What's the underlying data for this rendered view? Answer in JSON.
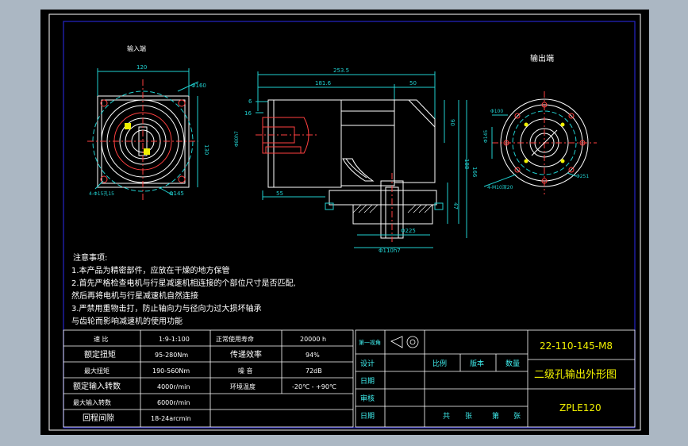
{
  "colors": {
    "bg": "#abb7c3",
    "paper": "#000000",
    "frame": "#ffffff",
    "border": "#2424c8",
    "line": "#ffffff",
    "dim": "#20d0d0",
    "part": "#ff4040",
    "yellow": "#f0f000",
    "cyan_text": "#40f0f0"
  },
  "views": {
    "input_label": "输入端",
    "output_label": "输出端"
  },
  "dims": {
    "d120": "120",
    "d160": "Φ160",
    "d130": "130",
    "d145": "Φ145",
    "d4m": "4-Φ15孔15",
    "d253": "253.5",
    "d181": "181.6",
    "d50": "50",
    "d6": "6",
    "d16": "16",
    "d55": "55",
    "dk": "Φ80h7",
    "d90": "90",
    "d188": "188",
    "d166": "166",
    "d47": "47",
    "d225": "Φ225",
    "d110": "Φ110h7",
    "d100": "Φ100",
    "d145b": "Φ145",
    "d4m8": "4-M10深20",
    "d251": "Φ251"
  },
  "notes": {
    "title": "注意事项:",
    "line1": "1.本产品为精密部件，应放在干燥的地方保管",
    "line2": "2.首先严格检查电机与行星减速机相连接的个部位尺寸是否匹配,",
    "line3": "然后再将电机与行星减速机自然连接",
    "line4": "3.严禁用重物击打，防止轴向力与径向力过大损坏轴承",
    "line5": "与齿轮而影响减速机的使用功能"
  },
  "spec_table": [
    [
      "速 比",
      "1:9-1:100",
      "正常使用寿命",
      "20000 h"
    ],
    [
      "额定扭矩",
      "95-280Nm",
      "传递效率",
      "94%"
    ],
    [
      "最大扭矩",
      "190-560Nm",
      "噪 音",
      "72dB"
    ],
    [
      "额定输入转数",
      "4000r/min",
      "环境温度",
      "-20℃ - +90℃"
    ],
    [
      "最大输入转数",
      "6000r/min",
      "",
      ""
    ],
    [
      "回程间隙",
      "18-24arcmin",
      "",
      ""
    ]
  ],
  "title_block": {
    "projection_label": "第一视角",
    "design": "设计",
    "date1": "日期",
    "audit": "审核",
    "date2": "日期",
    "scale": "比例",
    "version": "版本",
    "quantity": "数量",
    "total": "共",
    "sheet": "张",
    "page": "第",
    "page2": "张",
    "drawing_no": "22-110-145-M8",
    "drawing_title": "二级孔输出外形图",
    "model": "ZPLE120"
  }
}
